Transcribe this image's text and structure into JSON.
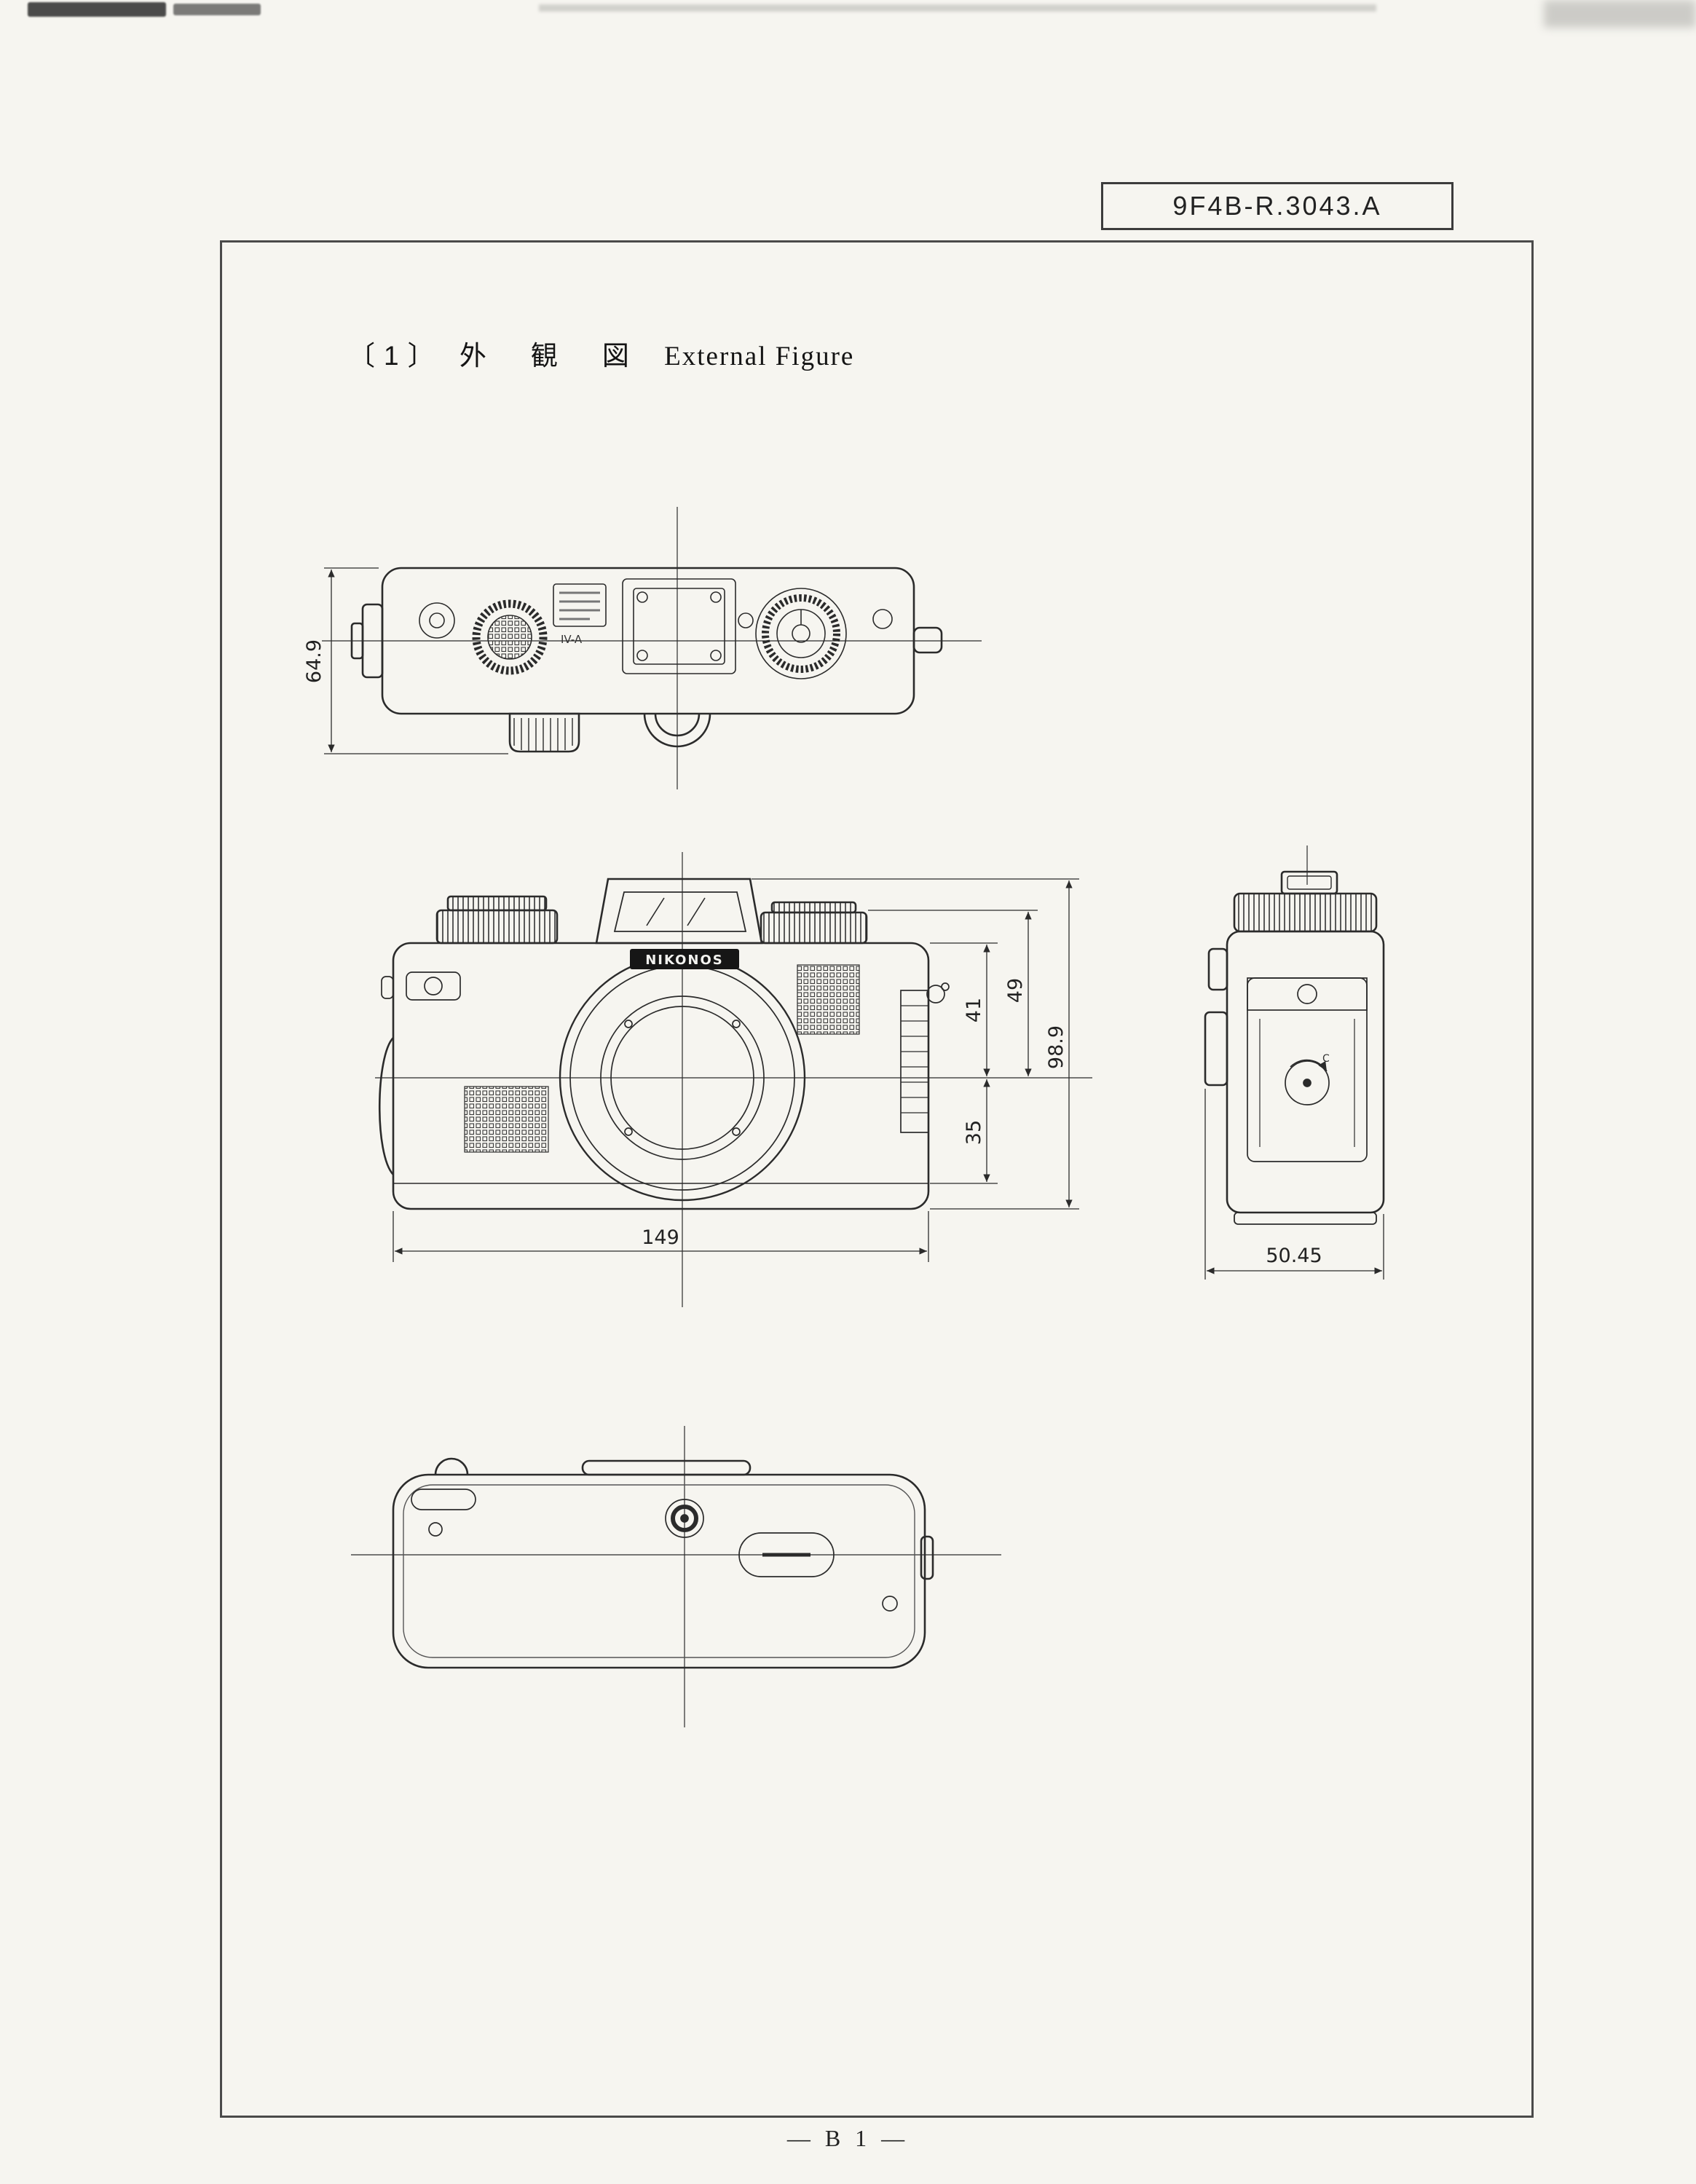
{
  "doc": {
    "number": "9F4B-R.3043.A",
    "title_jp": "〔1〕 外　観　図",
    "title_en": "External Figure",
    "page_number": "— B 1 —"
  },
  "camera": {
    "brand": "NIKONOS",
    "model_marking": "IV-A",
    "latch_label": "C"
  },
  "dimensions": {
    "top_view_height": "64.9",
    "front_width": "149",
    "center_to_body_top": "41",
    "dial_to_center": "49",
    "overall_height": "98.9",
    "center_to_body_bottom": "35",
    "side_depth": "50.45"
  }
}
